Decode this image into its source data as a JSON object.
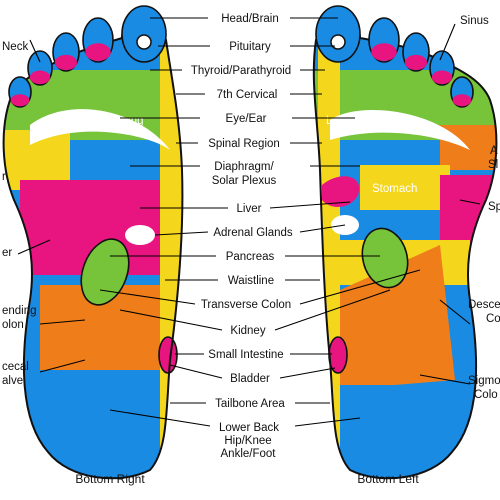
{
  "center_labels": [
    {
      "key": "head",
      "text": "Head/Brain"
    },
    {
      "key": "pituitary",
      "text": "Pituitary"
    },
    {
      "key": "thyroid",
      "text": "Thyroid/Parathyroid"
    },
    {
      "key": "cervical",
      "text": "7th Cervical"
    },
    {
      "key": "eye",
      "text": "Eye/Ear"
    },
    {
      "key": "spinal",
      "text": "Spinal Region"
    },
    {
      "key": "diaphragm1",
      "text": "Diaphragm/"
    },
    {
      "key": "diaphragm2",
      "text": "Solar Plexus"
    },
    {
      "key": "liver",
      "text": "Liver"
    },
    {
      "key": "adrenal",
      "text": "Adrenal Glands"
    },
    {
      "key": "pancreas",
      "text": "Pancreas"
    },
    {
      "key": "waistline",
      "text": "Waistline"
    },
    {
      "key": "transverse",
      "text": "Transverse Colon"
    },
    {
      "key": "kidney",
      "text": "Kidney"
    },
    {
      "key": "small_intestine",
      "text": "Small Intestine"
    },
    {
      "key": "bladder",
      "text": "Bladder"
    },
    {
      "key": "tailbone",
      "text": "Tailbone Area"
    },
    {
      "key": "lower_back",
      "text": "Lower Back"
    },
    {
      "key": "hip_knee",
      "text": "Hip/Knee"
    },
    {
      "key": "ankle_foot",
      "text": "Ankle/Foot"
    }
  ],
  "left_edge_labels": {
    "neck": "Neck",
    "r": "r",
    "er": "er",
    "ascending1": "ending",
    "ascending2": "olon",
    "ileocecal1": "cecal",
    "ileocecal2": "alve"
  },
  "right_edge_labels": {
    "sinus": "Sinus",
    "a": "A",
    "si": "Sl",
    "sp": "Sp",
    "descending1": "Desce",
    "descending2": "Co",
    "sigmoid1": "Sigmo",
    "sigmoid2": "Colo"
  },
  "foot_labels": {
    "lung_right": "Lung",
    "lung_left": "Lung/Heart",
    "stomach": "Stomach"
  },
  "footer": {
    "right": "Bottom Right",
    "left": "Bottom Left"
  },
  "colors": {
    "blue": "#1a8be3",
    "green": "#77c43a",
    "magenta": "#e8147f",
    "orange": "#ef7e1a",
    "yellow": "#f4d61c",
    "outline": "#111111"
  }
}
